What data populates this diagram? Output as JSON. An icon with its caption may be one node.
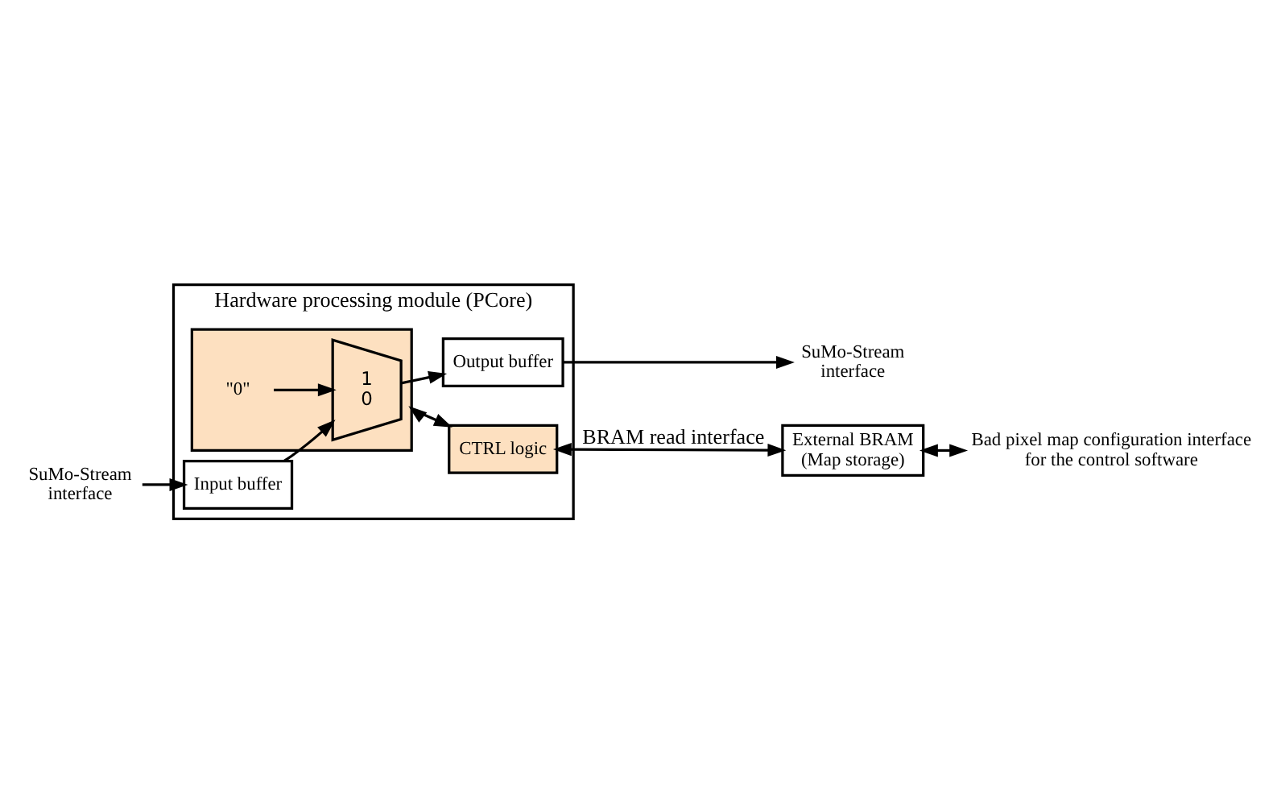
{
  "diagram": {
    "nodes": [
      {
        "text": [
          "Hardware processing module (PCore)"
        ]
      },
      {
        "text": [
          "Input buffer"
        ],
        "in": 0
      },
      {
        "text": [],
        "shape": "box",
        "in": 0
      },
      {
        "text": [
          "1",
          "0"
        ],
        "in": 2
      },
      {
        "text": [
          "\"0\""
        ],
        "in": 2
      },
      {
        "text": [
          "Output buffer"
        ],
        "in": 0
      },
      {
        "text": [
          "CTRL logic"
        ],
        "in": 0
      },
      {
        "text": [
          "External BRAM (Map storage)"
        ]
      },
      {
        "text": [
          "SuMo-Stream interface"
        ]
      },
      {
        "text": [
          "SuMo-Stream interface"
        ]
      },
      {
        "text": [
          "Bad pixel map configuration interface for the control software"
        ]
      }
    ],
    "edges": [
      {
        "from": 8,
        "to": 1,
        "arrow": "to"
      },
      {
        "from": 1,
        "to": 3,
        "arrow": "to"
      },
      {
        "from": 4,
        "to": 3,
        "arrow": "to"
      },
      {
        "from": 3,
        "to": 5,
        "arrow": "to"
      },
      {
        "from": 5,
        "to": 9,
        "arrow": "to"
      },
      {
        "from": 2,
        "to": 6,
        "arrow": "both"
      },
      {
        "from": 6,
        "to": 7,
        "arrow": "both",
        "label": "BRAM read interface"
      },
      {
        "from": 7,
        "to": 10,
        "arrow": "both"
      }
    ]
  }
}
